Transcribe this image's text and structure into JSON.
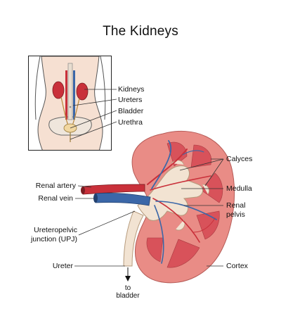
{
  "title": "The Kidneys",
  "inset_labels": [
    "Kidneys",
    "Ureters",
    "Bladder",
    "Urethra"
  ],
  "left_labels": {
    "renal_artery": "Renal artery",
    "renal_vein": "Renal vein",
    "upj_line1": "Ureteropelvic",
    "upj_line2": "junction (UPJ)",
    "ureter": "Ureter",
    "to_bladder_line1": "to",
    "to_bladder_line2": "bladder"
  },
  "right_labels": {
    "calyces": "Calyces",
    "medulla": "Medulla",
    "renal_pelvis_line1": "Renal",
    "renal_pelvis_line2": "pelvis",
    "cortex": "Cortex"
  },
  "colors": {
    "cortex": "#e98c86",
    "medulla": "#d8525a",
    "pelvis": "#f2e3d2",
    "artery": "#c9303a",
    "vein": "#3b67a8",
    "skin": "#f6e0d2"
  }
}
